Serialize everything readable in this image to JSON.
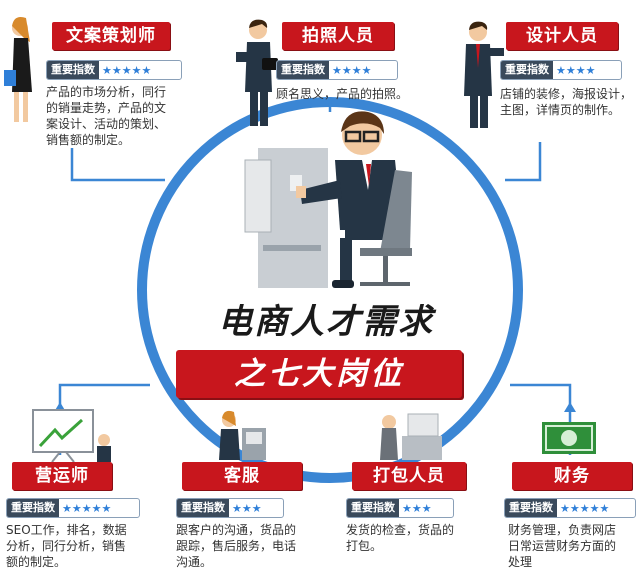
{
  "headline": "电商人才需求",
  "subheadline": "之七大岗位",
  "rating_label": "重要指数",
  "colors": {
    "accent_red": "#c8161d",
    "circle_blue": "#3b86d4",
    "star_blue": "#2f7fd8"
  },
  "roles": [
    {
      "title": "文案策划师",
      "stars": "★★★★★",
      "rating": 5,
      "desc": [
        "产品的市场分析，同行",
        "的销量走势，产品的文",
        "案设计、活动的策划、",
        "销售额的制定。"
      ]
    },
    {
      "title": "拍照人员",
      "stars": "★★★★",
      "rating": 4,
      "desc": [
        "顾名思义，产品的拍照。"
      ]
    },
    {
      "title": "设计人员",
      "stars": "★★★★",
      "rating": 4,
      "desc": [
        "店铺的装修，海报设计，",
        "主图，详情页的制作。"
      ]
    },
    {
      "title": "营运师",
      "stars": "★★★★★",
      "rating": 5,
      "desc": [
        "SEO工作，排名，数据",
        "分析，同行分析，销售",
        "额的制定。"
      ]
    },
    {
      "title": "客服",
      "stars": "★★★",
      "rating": 3,
      "desc": [
        "跟客户的沟通，货品的",
        "跟踪，售后服务，电话",
        "沟通。"
      ]
    },
    {
      "title": "打包人员",
      "stars": "★★★",
      "rating": 3,
      "desc": [
        "发货的检查，货品的",
        "打包。"
      ]
    },
    {
      "title": "财务",
      "stars": "★★★★★",
      "rating": 5,
      "desc": [
        "财务管理，负责网店",
        "日常运营财务方面的",
        "处理"
      ]
    }
  ]
}
